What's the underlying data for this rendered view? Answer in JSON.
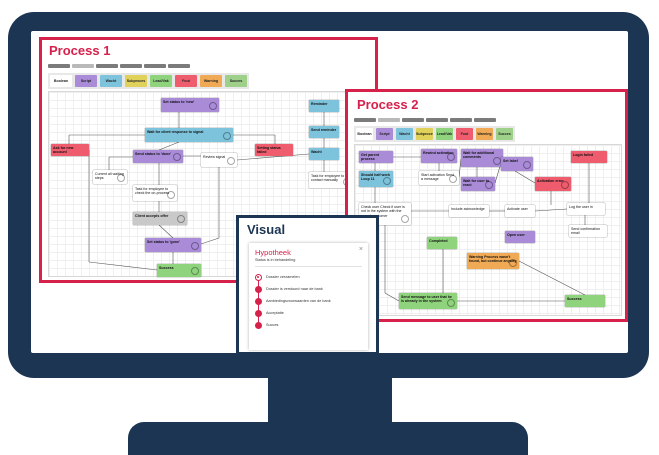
{
  "process1": {
    "title": "Process 1",
    "palette": [
      {
        "label": "Boolean",
        "color": "#ffffff"
      },
      {
        "label": "Script",
        "color": "#a98bd8"
      },
      {
        "label": "Wacht",
        "color": "#7dc3dc"
      },
      {
        "label": "Subproces",
        "color": "#e0d15a"
      },
      {
        "label": "Lead/Vak",
        "color": "#8fd37d"
      },
      {
        "label": "Fout",
        "color": "#ef5c6e"
      },
      {
        "label": "Warning",
        "color": "#f0aa55"
      },
      {
        "label": "Succes",
        "color": "#9ed08a"
      }
    ],
    "nodes": [
      {
        "id": "n1",
        "text": "Set status to 'new'",
        "color": "#a98bd8"
      },
      {
        "id": "n2",
        "text": "Wait for client response to signal",
        "color": "#7dc3dc"
      },
      {
        "id": "n3",
        "text": "Send status to 'done'",
        "color": "#a98bd8"
      },
      {
        "id": "n4",
        "text": "Ask for new account",
        "color": "#ef5c6e"
      },
      {
        "id": "n5",
        "text": "Setting status failed",
        "color": "#ef5c6e"
      },
      {
        "id": "n6",
        "text": "Review signal",
        "color": "#ffffff"
      },
      {
        "id": "n7",
        "text": "Current all waiting steps",
        "color": "#ffffff"
      },
      {
        "id": "n8",
        "text": "Task for employee to check the on-process",
        "color": "#ffffff"
      },
      {
        "id": "n9",
        "text": "Client accepts offer",
        "color": "#c9c9c9"
      },
      {
        "id": "n10",
        "text": "Set status to 'gone'",
        "color": "#a98bd8"
      },
      {
        "id": "n11",
        "text": "Success",
        "color": "#8fd37d"
      },
      {
        "id": "n12",
        "text": "Reminder",
        "color": "#7dc3dc"
      },
      {
        "id": "n13",
        "text": "Send reminder",
        "color": "#7dc3dc"
      },
      {
        "id": "n14",
        "text": "Wacht",
        "color": "#7dc3dc"
      },
      {
        "id": "n15",
        "text": "Task for employee to contact manually",
        "color": "#ffffff"
      }
    ]
  },
  "process2": {
    "title": "Process 2",
    "palette": [
      {
        "label": "Boolean",
        "color": "#ffffff"
      },
      {
        "label": "Script",
        "color": "#a98bd8"
      },
      {
        "label": "Wacht",
        "color": "#7dc3dc"
      },
      {
        "label": "Subproces",
        "color": "#e0d15a"
      },
      {
        "label": "Lead/Vak",
        "color": "#8fd37d"
      },
      {
        "label": "Fout",
        "color": "#ef5c6e"
      },
      {
        "label": "Warning",
        "color": "#f0aa55"
      },
      {
        "label": "Succes",
        "color": "#9ed08a"
      }
    ],
    "nodes": [
      {
        "id": "m1",
        "text": "Get parent process",
        "color": "#a98bd8"
      },
      {
        "id": "m2",
        "text": "Should half work Loop 11",
        "color": "#7dc3dc"
      },
      {
        "id": "m3",
        "text": "Rewind activation",
        "color": "#a98bd8"
      },
      {
        "id": "m4",
        "text": "Start activation Send a message",
        "color": "#ffffff"
      },
      {
        "id": "m5",
        "text": "Wait for additional comments",
        "color": "#a98bd8"
      },
      {
        "id": "m6",
        "text": "Wait for user to react",
        "color": "#a98bd8"
      },
      {
        "id": "m7",
        "text": "Set label",
        "color": "#a98bd8"
      },
      {
        "id": "m8",
        "text": "Login failed",
        "color": "#ef5c6e"
      },
      {
        "id": "m9",
        "text": "Activation error",
        "color": "#ef5c6e"
      },
      {
        "id": "m10",
        "text": "Check user Check if user is not in the system with the search customer",
        "color": "#ffffff"
      },
      {
        "id": "m11",
        "text": "Activate user",
        "color": "#ffffff"
      },
      {
        "id": "m12",
        "text": "Log the user in",
        "color": "#ffffff"
      },
      {
        "id": "m13",
        "text": "Include acknowledge",
        "color": "#ffffff"
      },
      {
        "id": "m14",
        "text": "Send confirmation email",
        "color": "#ffffff"
      },
      {
        "id": "m15",
        "text": "Completed",
        "color": "#8fd37d"
      },
      {
        "id": "m16",
        "text": "Open user",
        "color": "#a98bd8"
      },
      {
        "id": "m17",
        "text": "Warning Process wasn't found, but continue anyway",
        "color": "#f0aa55"
      },
      {
        "id": "m18",
        "text": "Send message to user that he is already in the system",
        "color": "#8fd37d"
      },
      {
        "id": "m19",
        "text": "Success",
        "color": "#8fd37d"
      }
    ]
  },
  "visual": {
    "title": "Visual",
    "card": {
      "title": "Hypotheek",
      "subtitle": "Status is in behandeling",
      "close_icon": "close-icon",
      "steps": [
        "Dossier verzamelen",
        "Dossier is verstuurd naar de bank",
        "Aanbiedingsvoorwaarden van de bank",
        "Acceptatie",
        "Succes"
      ],
      "current_step_index": 0
    }
  },
  "colors": {
    "accent_red": "#d6214b",
    "monitor_navy": "#1c3553"
  }
}
